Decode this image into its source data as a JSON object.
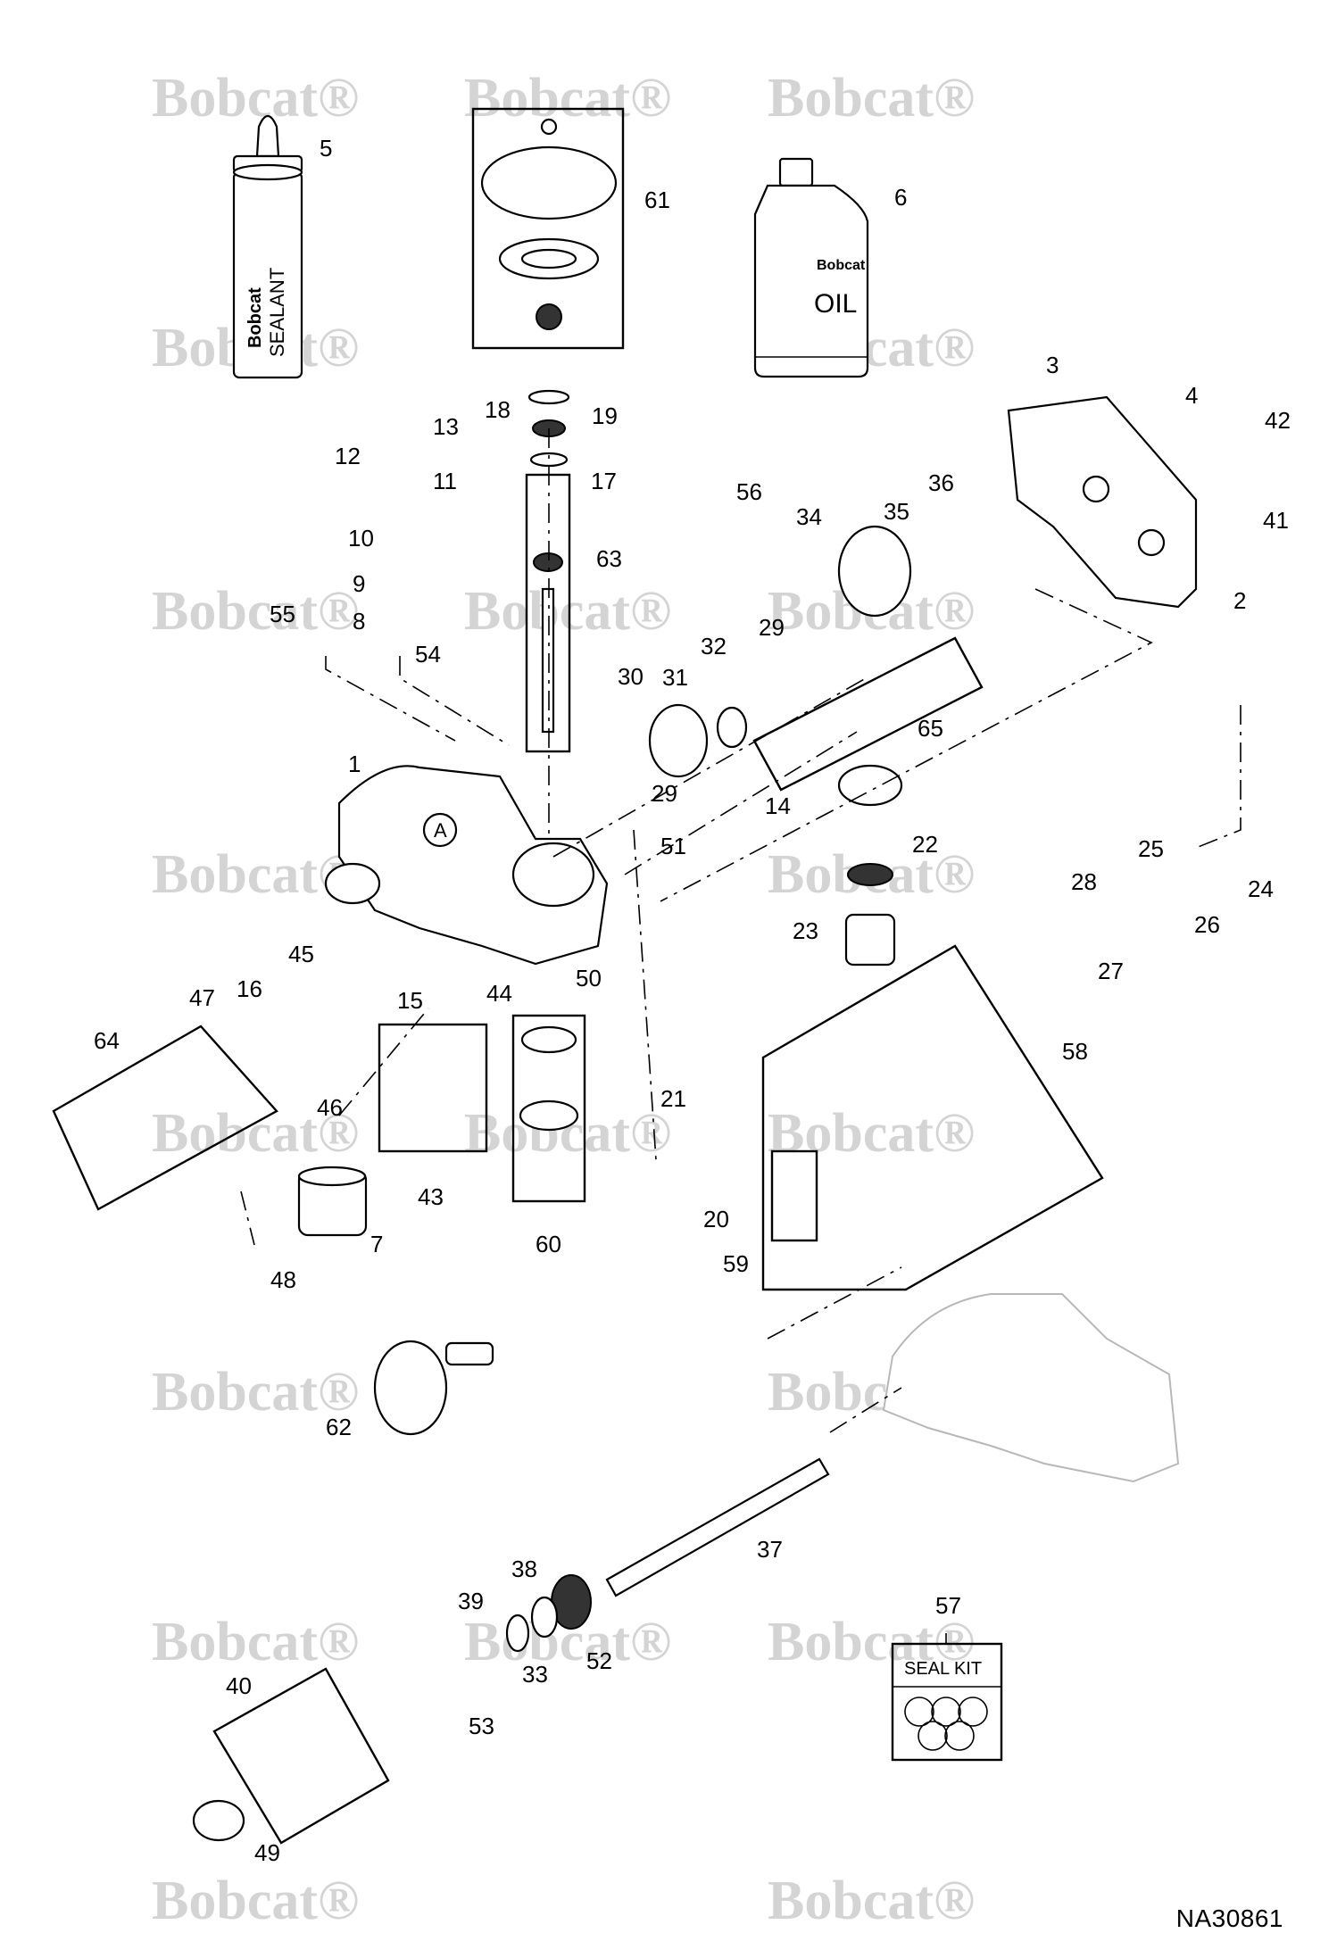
{
  "watermark": {
    "text": "Bobcat",
    "mark": "®"
  },
  "containers": {
    "sealant_label": "SEALANT",
    "sealant_brand": "Bobcat",
    "oil_label": "OIL",
    "oil_brand": "Bobcat"
  },
  "seal_kit": {
    "label": "SEAL KIT"
  },
  "reference_circle": {
    "label": "A"
  },
  "callouts": [
    "1",
    "2",
    "3",
    "4",
    "5",
    "6",
    "7",
    "8",
    "9",
    "10",
    "11",
    "12",
    "13",
    "14",
    "15",
    "16",
    "17",
    "18",
    "19",
    "20",
    "21",
    "22",
    "23",
    "24",
    "25",
    "26",
    "27",
    "28",
    "29",
    "29",
    "30",
    "31",
    "32",
    "33",
    "34",
    "35",
    "36",
    "37",
    "38",
    "39",
    "40",
    "41",
    "42",
    "43",
    "44",
    "45",
    "46",
    "47",
    "48",
    "49",
    "50",
    "51",
    "52",
    "53",
    "54",
    "55",
    "56",
    "57",
    "58",
    "59",
    "60",
    "61",
    "62",
    "63",
    "64",
    "65"
  ],
  "drawing_code": "NA30861"
}
